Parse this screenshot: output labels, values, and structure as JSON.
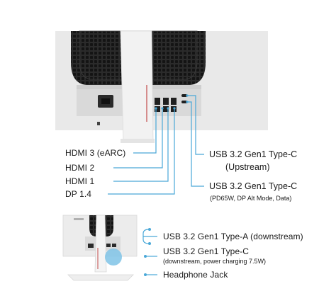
{
  "top_panel": {
    "left_ports": [
      {
        "label": "HDMI 3 (eARC)"
      },
      {
        "label": "HDMI 2"
      },
      {
        "label": "HDMI 1"
      },
      {
        "label": "DP 1.4"
      }
    ],
    "right_ports": [
      {
        "label": "USB 3.2 Gen1 Type-C",
        "sub": "(Upstream)"
      },
      {
        "label": "USB 3.2 Gen1 Type-C",
        "sub": "(PD65W, DP Alt Mode, Data)"
      }
    ]
  },
  "bottom_panel": {
    "ports": [
      {
        "label": "USB 3.2 Gen1 Type-A (downstream)"
      },
      {
        "label": "USB 3.2 Gen1 Type-C",
        "sub": "(downstream, power charging 7.5W)"
      },
      {
        "label": "Headphone Jack"
      }
    ]
  },
  "colors": {
    "accent": "#4aa8d8",
    "monitor_body": "#e8e8e8",
    "grille": "#2a2a2a",
    "stand": "#f4f4f4"
  }
}
